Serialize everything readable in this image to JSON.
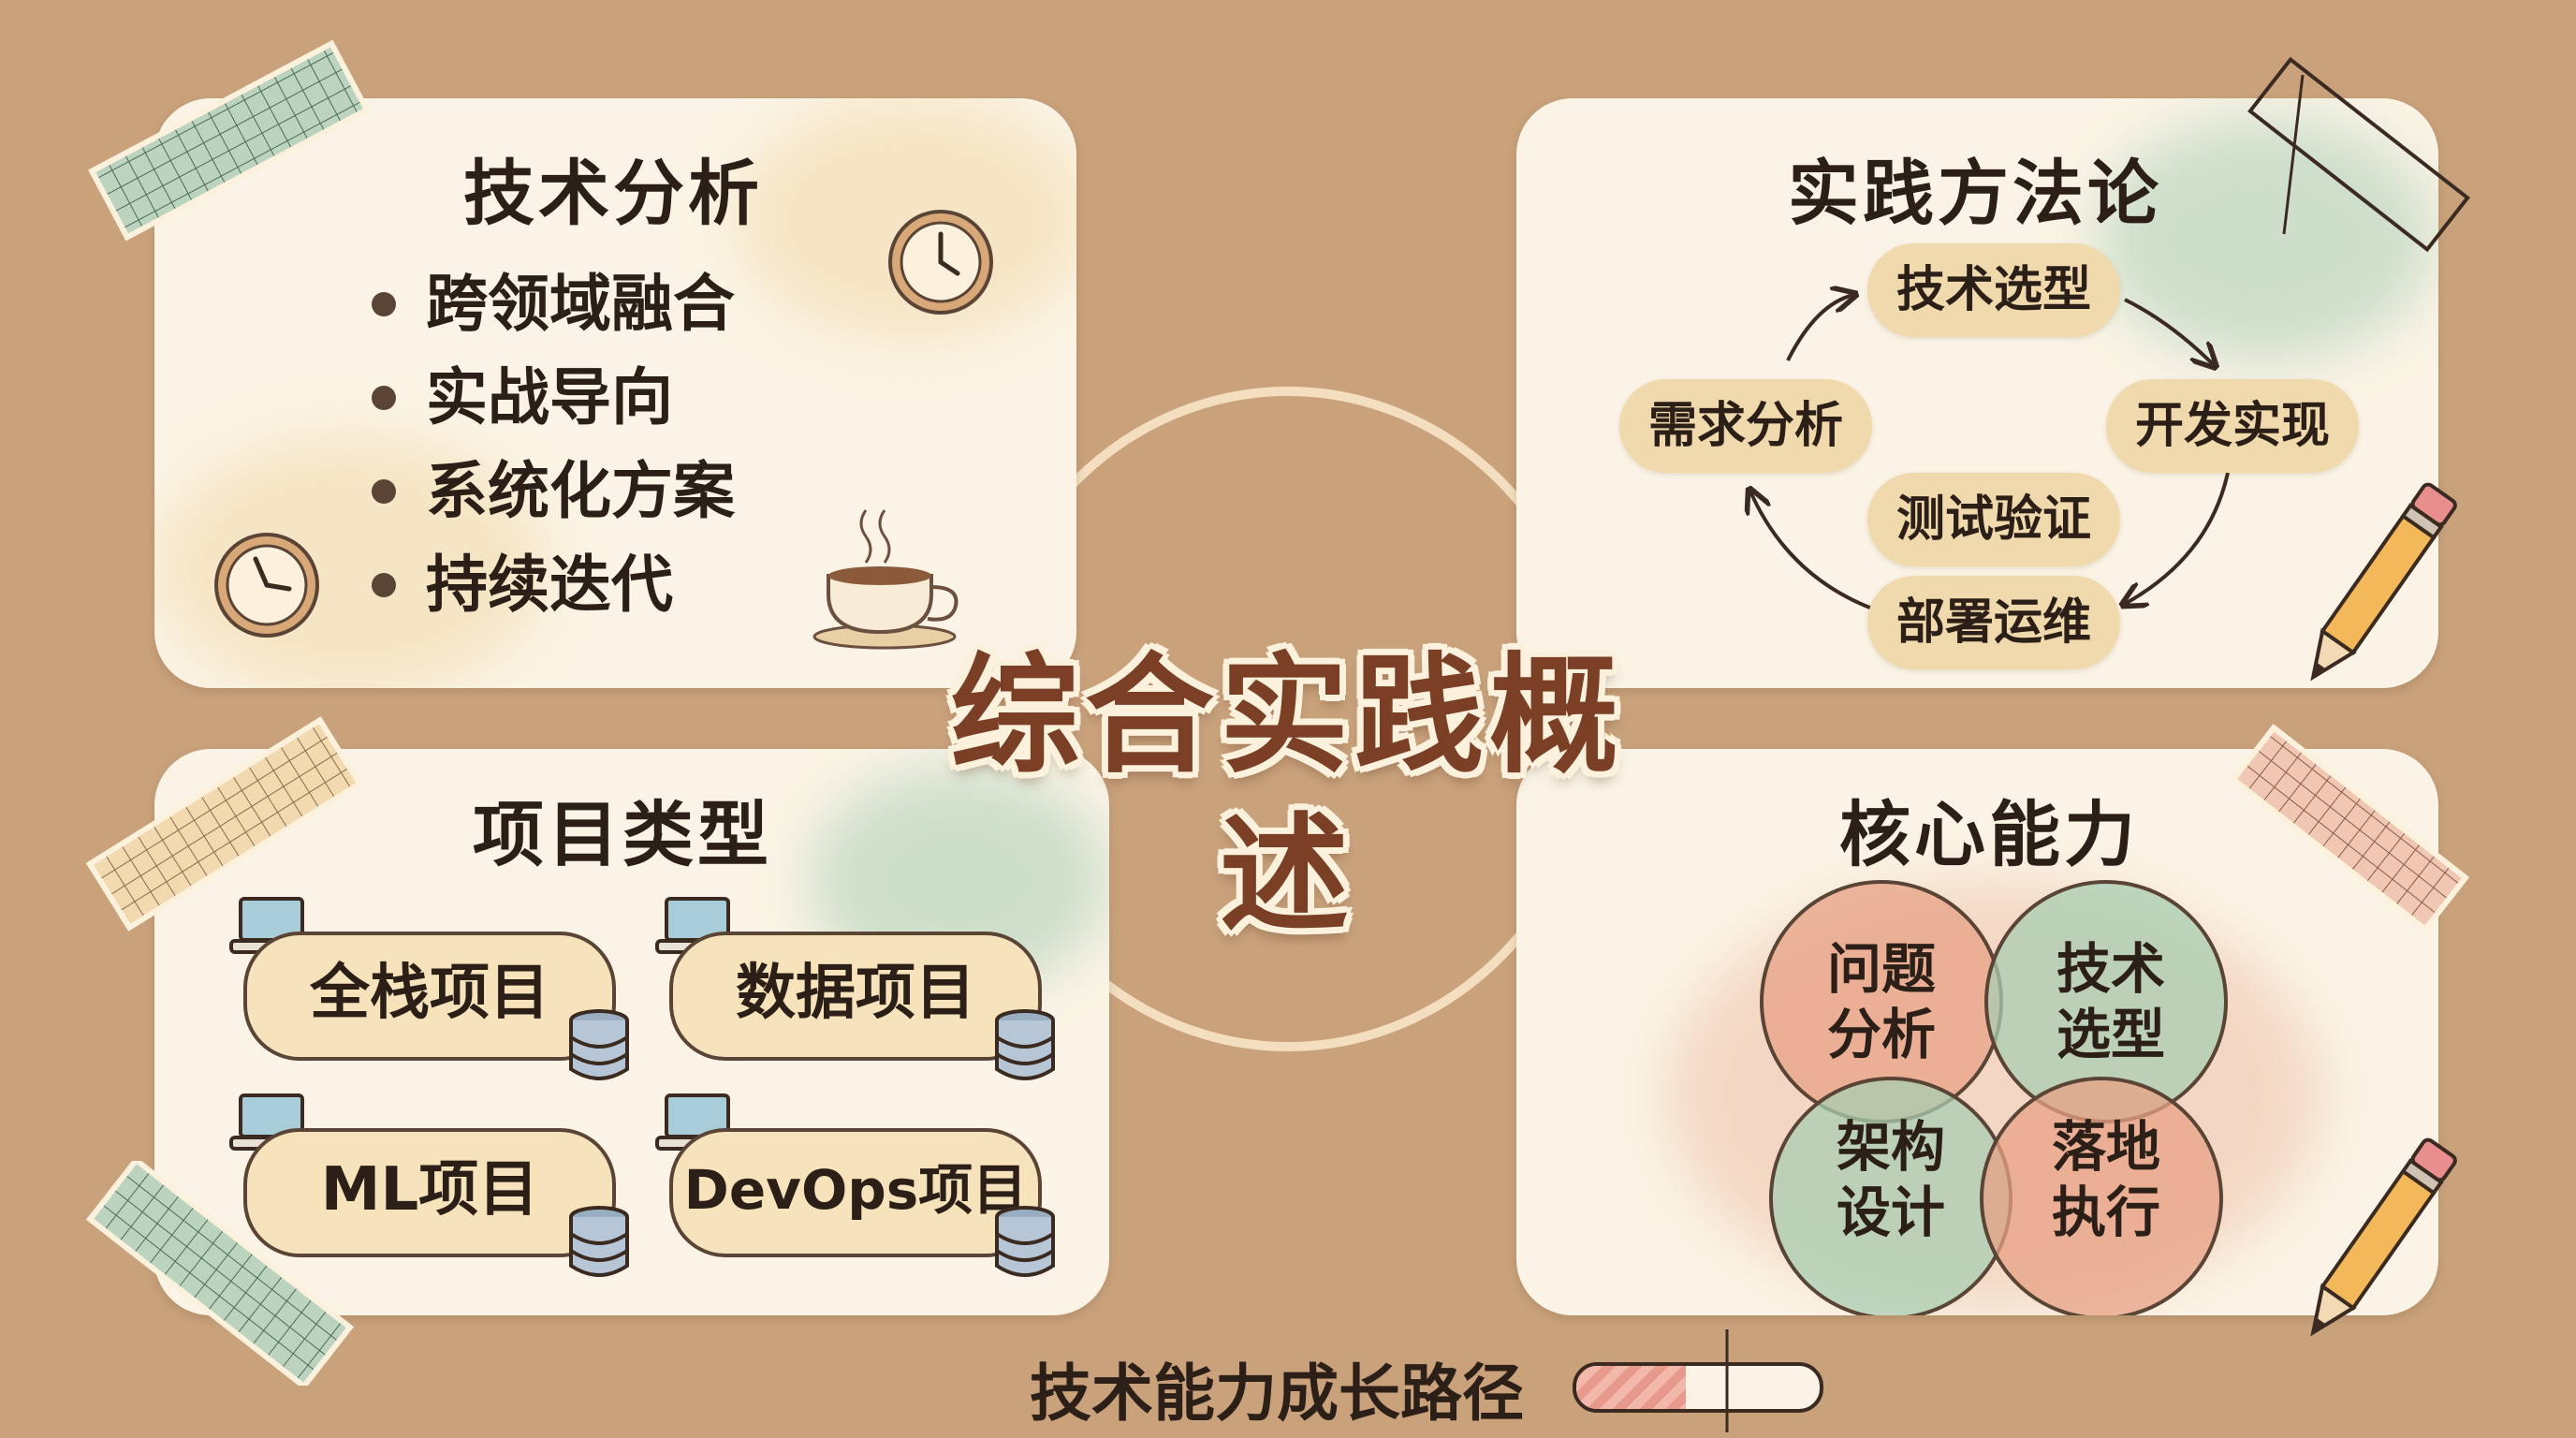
{
  "center_title": "综合实践概述",
  "tech_analysis": {
    "title": "技术分析",
    "items": [
      "跨领域融合",
      "实战导向",
      "系统化方案",
      "持续迭代"
    ]
  },
  "methodology": {
    "title": "实践方法论",
    "steps": [
      "技术选型",
      "开发实现",
      "测试验证",
      "部署运维",
      "需求分析"
    ]
  },
  "project_types": {
    "title": "项目类型",
    "items": [
      "全栈项目",
      "数据项目",
      "ML项目",
      "DevOps项目"
    ]
  },
  "core_abilities": {
    "title": "核心能力",
    "circles": [
      {
        "line1": "问题",
        "line2": "分析",
        "color": "#e7a184"
      },
      {
        "line1": "技术",
        "line2": "选型",
        "color": "#a8cdb2"
      },
      {
        "line1": "架构",
        "line2": "设计",
        "color": "#a8cdb2"
      },
      {
        "line1": "落地",
        "line2": "执行",
        "color": "#e7a184"
      }
    ]
  },
  "footer": {
    "label": "技术能力成长路径",
    "progress": 0.45
  },
  "colors": {
    "background": "#c9a27c",
    "panel": "#fbf4e6",
    "accent_brown": "#7b3f26",
    "pill": "#f1d9ae",
    "coral": "#e7a184",
    "sage": "#a8cdb2"
  }
}
